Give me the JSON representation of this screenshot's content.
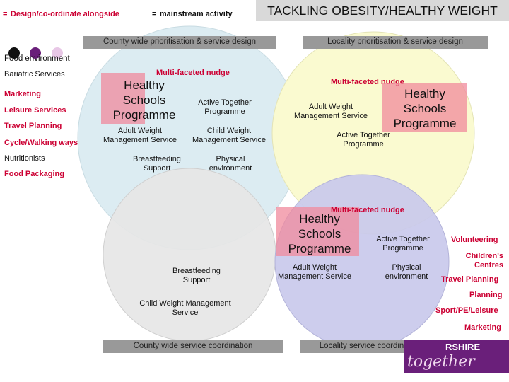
{
  "header": {
    "legend_items": [
      {
        "label": "Design/co-ordinate alongside"
      },
      {
        "label": "mainstream activity"
      }
    ],
    "title": "TACKLING OBESITY/HEALTHY WEIGHT"
  },
  "top_bars": {
    "left": "County wide prioritisation & service design",
    "right": "Locality prioritisation &  service design"
  },
  "bottom_bars": {
    "left": "County wide service coordination",
    "right": "Locality service coordination"
  },
  "colors": {
    "accent_red": "#cc0033",
    "title_bg": "#d9d9d9",
    "circle_top_left": "#dcecf2",
    "circle_top_right": "#fafad0",
    "circle_bottom_left": "#e6e6e6",
    "circle_bottom_right": "#c9c9ec",
    "pink_box": "#f08a9c",
    "logo_purple": "#6a1f7a"
  },
  "left_list": {
    "food_environment": "Food environment",
    "items": [
      "Bariatric Services",
      "Marketing",
      "Leisure Services",
      "Travel Planning",
      "Cycle/Walking ways",
      "Nutritionists",
      "Food Packaging"
    ]
  },
  "top_left_circle": {
    "nudge": "Multi-faceted nudge",
    "healthy_schools": [
      "Healthy",
      "Schools",
      "Programme"
    ],
    "active_together": [
      "Active Together",
      "Programme"
    ],
    "adult_weight": [
      "Adult Weight",
      "Management Service"
    ],
    "child_weight": [
      "Child Weight",
      "Management Service"
    ],
    "breastfeeding": [
      "Breastfeeding",
      "Support"
    ],
    "physical": [
      "Physical",
      "environment"
    ]
  },
  "top_right_circle": {
    "nudge": "Multi-faceted nudge",
    "adult_weight": [
      "Adult Weight",
      "Management Service"
    ],
    "healthy_schools": [
      "Healthy",
      "Schools",
      "Programme"
    ],
    "active_together": [
      "Active Together",
      "Programme"
    ]
  },
  "bottom_left_circle": {
    "breastfeeding": [
      "Breastfeeding",
      "Support"
    ],
    "child_weight": [
      "Child Weight Management",
      "Service"
    ]
  },
  "bottom_right_circle": {
    "healthy_schools": [
      "Healthy",
      "Schools",
      "Programme"
    ],
    "nudge": "Multi-faceted nudge",
    "active_together": [
      "Active Together",
      "Programme"
    ],
    "adult_weight": [
      "Adult Weight",
      "Management Service"
    ],
    "physical": [
      "Physical",
      "environment"
    ]
  },
  "right_list": {
    "volunteering": "Volunteering",
    "childrens_centres": [
      "Children's",
      "Centres"
    ],
    "travel_planning": "Travel Planning",
    "planning": "Planning",
    "sport": "Sport/PE/Leisure",
    "marketing": "Marketing"
  },
  "logo": {
    "text_top": "RSHIRE",
    "text_bottom": "together"
  }
}
